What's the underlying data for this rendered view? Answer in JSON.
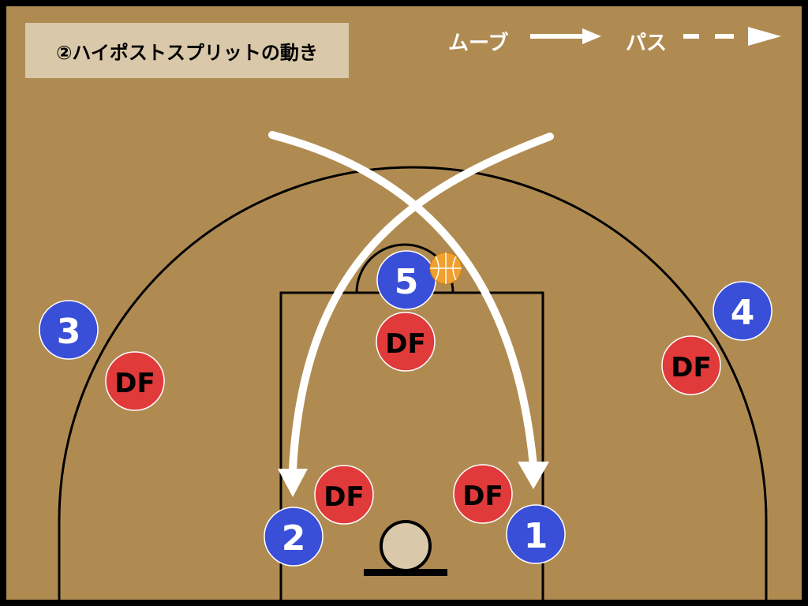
{
  "title": "②ハイポストスプリットの動き",
  "legend": {
    "move_label": "ムーブ",
    "pass_label": "パス"
  },
  "colors": {
    "court": "#b08b51",
    "title_bg": "#d9c8a9",
    "offense": "#3a4fd8",
    "defense": "#e03a3a",
    "arrow": "#ffffff",
    "lines": "#000000",
    "ball": "#f0a030",
    "rim": "#d9c8a9"
  },
  "players": {
    "offense": [
      {
        "label": "1"
      },
      {
        "label": "2"
      },
      {
        "label": "3"
      },
      {
        "label": "4"
      },
      {
        "label": "5"
      }
    ],
    "defense": [
      {
        "label": "DF"
      },
      {
        "label": "DF"
      },
      {
        "label": "DF"
      },
      {
        "label": "DF"
      },
      {
        "label": "DF"
      }
    ]
  },
  "icons": {
    "ball": "basketball-icon",
    "move_arrow": "solid-arrow-icon",
    "pass_arrow": "dashed-arrow-icon"
  }
}
